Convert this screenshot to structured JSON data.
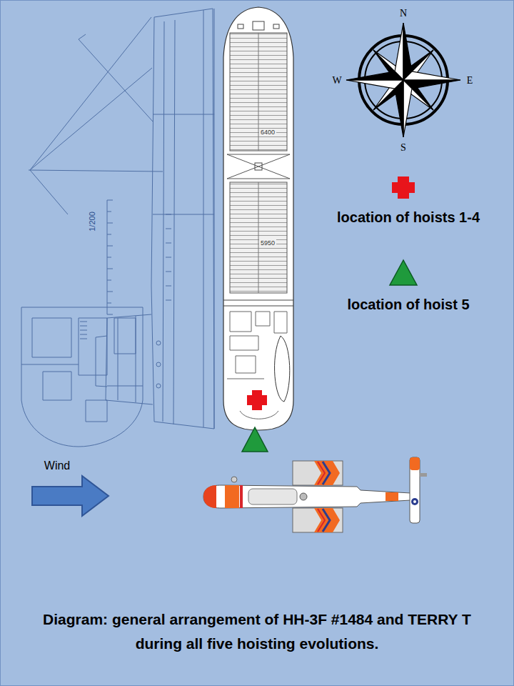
{
  "diagram": {
    "caption": "Diagram: general arrangement of HH-3F #1484 and TERRY T during all five hoisting evolutions.",
    "labels": [
      "N",
      "W",
      "E",
      "S",
      "6400",
      "5950",
      "1/200",
      "Wind"
    ],
    "legend": [
      {
        "text": "location of hoists 1-4"
      },
      {
        "text": "location of hoist 5"
      }
    ]
  }
}
